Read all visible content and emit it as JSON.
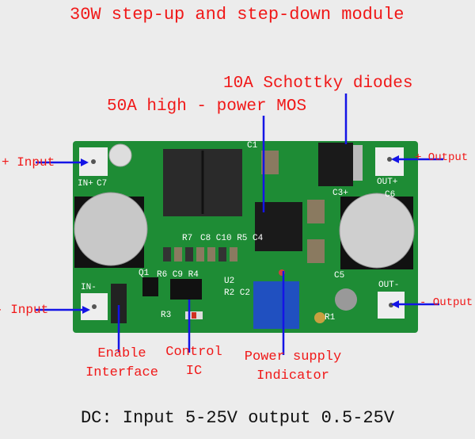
{
  "title": "30W step-up and step-down module",
  "callouts": {
    "schottky": "10A Schottky diodes",
    "mos": "50A high - power MOS",
    "plus_input": "+ Input",
    "minus_input": "- Input",
    "plus_output": "+ Output",
    "minus_output": "- Output",
    "enable": [
      "Enable",
      "Interface"
    ],
    "control_ic": [
      "Control",
      "IC"
    ],
    "power_indicator": [
      "Power supply",
      "Indicator"
    ]
  },
  "silkscreen": {
    "in_plus": "IN+",
    "in_minus": "IN-",
    "out_plus": "OUT+",
    "out_minus": "OUT-",
    "c7": "C7",
    "c1": "C1",
    "c3": "C3+",
    "c6": "C6",
    "c5": "C5",
    "r7": "R7",
    "row": "C8 C10 R5 C4",
    "row2": "R6 C9 R4",
    "q1": "Q1",
    "u2": "U2",
    "r2c2": "R2 C2",
    "r3": "R3",
    "r1": "R1"
  },
  "footer": "DC: Input 5-25V output 0.5-25V",
  "colors": {
    "label": "#f01818",
    "arrow": "#1414e6",
    "pcb": "#1e8c35"
  }
}
